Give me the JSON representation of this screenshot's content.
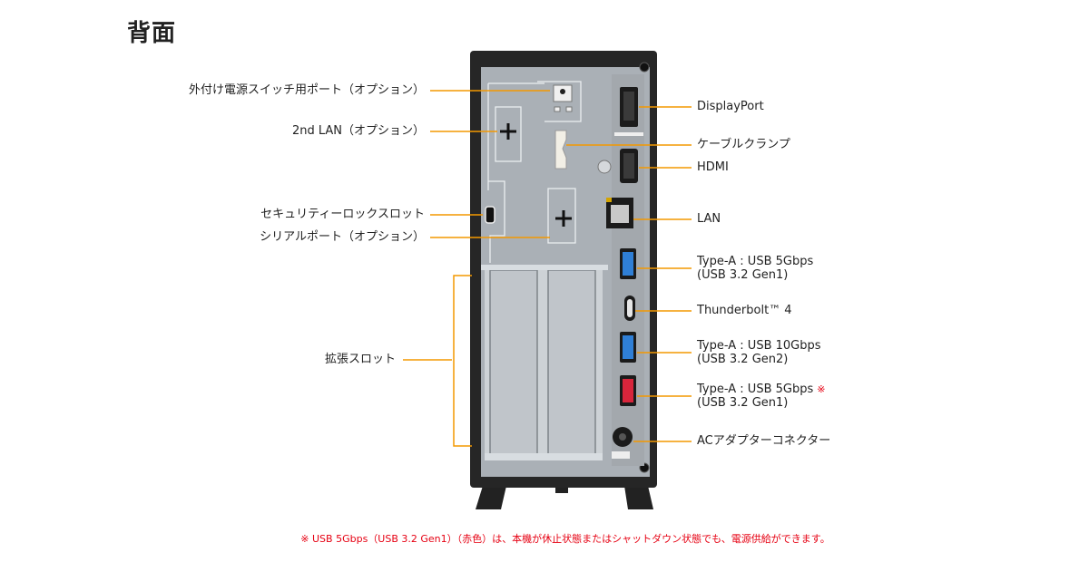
{
  "title": "背面",
  "left_labels": [
    "外付け電源スイッチ用ポート（オプション）",
    "2nd LAN（オプション）",
    "セキュリティーロックスロット",
    "シリアルポート（オプション）",
    "拡張スロット"
  ],
  "right_labels": [
    "DisplayPort",
    "ケーブルクランプ",
    "HDMI",
    "LAN",
    "Type-A : USB 5Gbps",
    "(USB 3.2 Gen1)",
    "Thunderbolt™ 4",
    "Type-A : USB 10Gbps",
    "(USB 3.2 Gen2)",
    "Type-A : USB 5Gbps",
    "(USB 3.2 Gen1)",
    "ACアダプターコネクター"
  ],
  "note_mark": "※",
  "footnote": "※ USB 5Gbps（USB 3.2 Gen1）（赤色）は、本機が休止状態またはシャットダウン状態でも、電源供給ができます。",
  "colors": {
    "leader": "#f39800",
    "note": "#e60012",
    "usb_blue": "#2f7fd6",
    "usb_red": "#d8253b"
  }
}
